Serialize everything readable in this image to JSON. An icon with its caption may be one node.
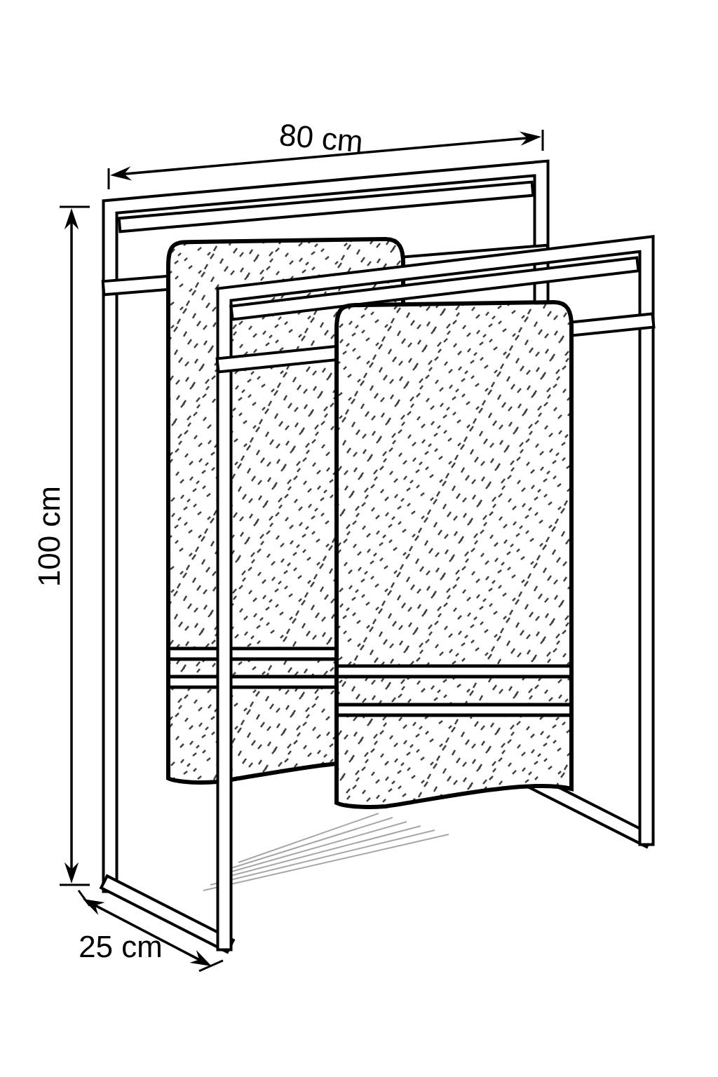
{
  "diagram": {
    "labels": [
      "80 cm",
      "100 cm",
      "25 cm"
    ]
  }
}
